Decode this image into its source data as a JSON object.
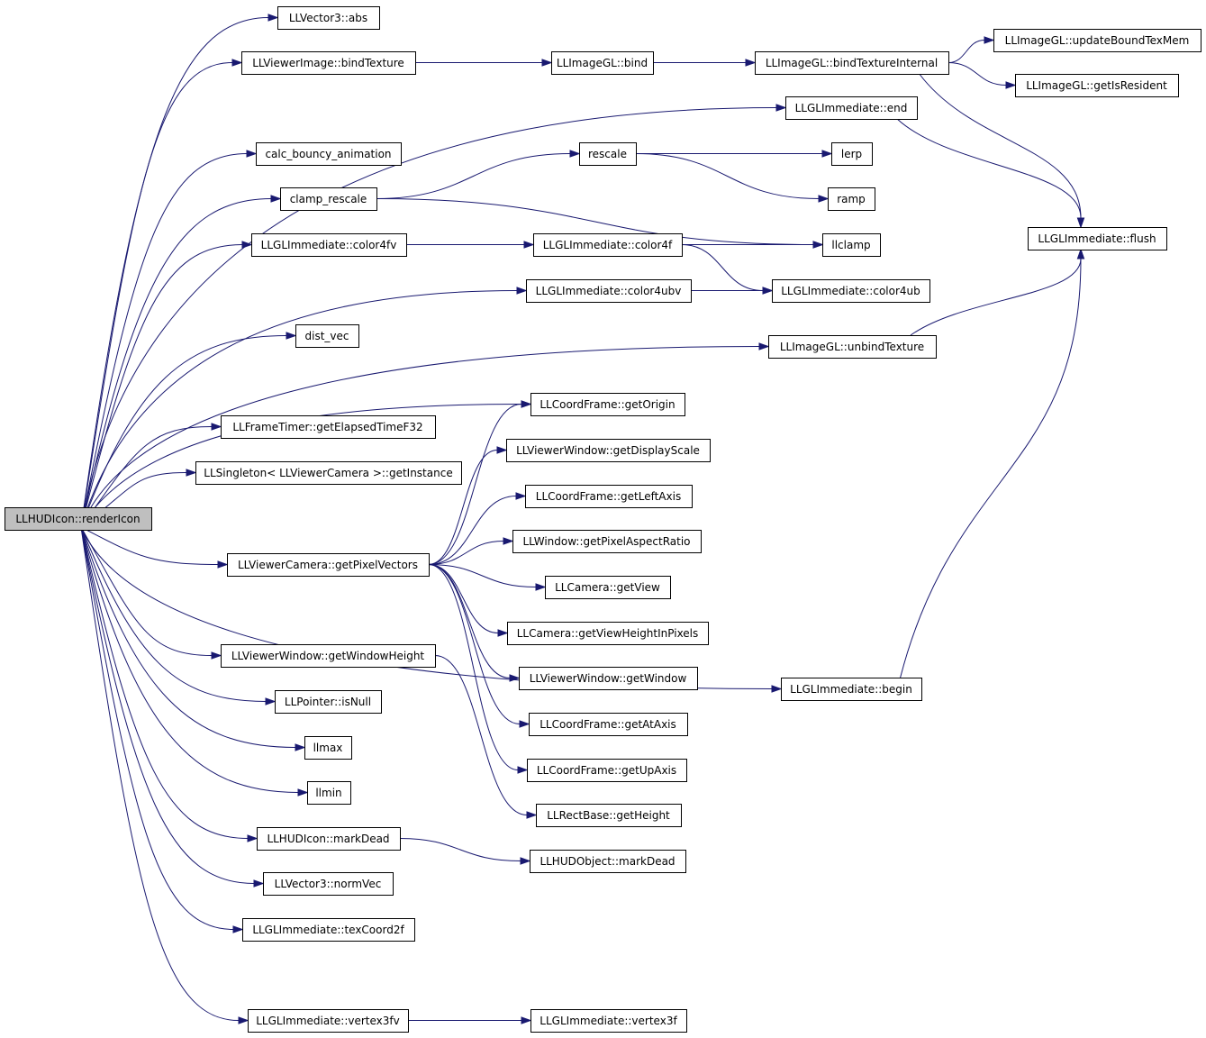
{
  "nodes": [
    {
      "id": "renderIcon",
      "label": "LLHUDIcon::renderIcon",
      "root": true
    },
    {
      "id": "abs",
      "label": "LLVector3::abs"
    },
    {
      "id": "bindTexture",
      "label": "LLViewerImage::bindTexture"
    },
    {
      "id": "bind",
      "label": "LLImageGL::bind"
    },
    {
      "id": "bindTexInt",
      "label": "LLImageGL::bindTextureInternal"
    },
    {
      "id": "updateBound",
      "label": "LLImageGL::updateBoundTexMem"
    },
    {
      "id": "isResident",
      "label": "LLImageGL::getIsResident"
    },
    {
      "id": "end",
      "label": "LLGLImmediate::end"
    },
    {
      "id": "bouncy",
      "label": "calc_bouncy_animation"
    },
    {
      "id": "rescale",
      "label": "rescale"
    },
    {
      "id": "lerp",
      "label": "lerp"
    },
    {
      "id": "clampRescale",
      "label": "clamp_rescale"
    },
    {
      "id": "ramp",
      "label": "ramp"
    },
    {
      "id": "flush",
      "label": "LLGLImmediate::flush"
    },
    {
      "id": "color4fv",
      "label": "LLGLImmediate::color4fv"
    },
    {
      "id": "color4f",
      "label": "LLGLImmediate::color4f"
    },
    {
      "id": "llclamp",
      "label": "llclamp"
    },
    {
      "id": "color4ubv",
      "label": "LLGLImmediate::color4ubv"
    },
    {
      "id": "color4ub",
      "label": "LLGLImmediate::color4ub"
    },
    {
      "id": "distVec",
      "label": "dist_vec"
    },
    {
      "id": "unbind",
      "label": "LLImageGL::unbindTexture"
    },
    {
      "id": "getOrigin",
      "label": "LLCoordFrame::getOrigin"
    },
    {
      "id": "elapsed",
      "label": "LLFrameTimer::getElapsedTimeF32"
    },
    {
      "id": "displayScale",
      "label": "LLViewerWindow::getDisplayScale"
    },
    {
      "id": "singleton",
      "label": "LLSingleton< LLViewerCamera >::getInstance"
    },
    {
      "id": "leftAxis",
      "label": "LLCoordFrame::getLeftAxis"
    },
    {
      "id": "pixelAspect",
      "label": "LLWindow::getPixelAspectRatio"
    },
    {
      "id": "pixelVectors",
      "label": "LLViewerCamera::getPixelVectors"
    },
    {
      "id": "getView",
      "label": "LLCamera::getView"
    },
    {
      "id": "viewHeight",
      "label": "LLCamera::getViewHeightInPixels"
    },
    {
      "id": "windowHeight",
      "label": "LLViewerWindow::getWindowHeight"
    },
    {
      "id": "getWindow",
      "label": "LLViewerWindow::getWindow"
    },
    {
      "id": "begin",
      "label": "LLGLImmediate::begin"
    },
    {
      "id": "isNull",
      "label": "LLPointer::isNull"
    },
    {
      "id": "atAxis",
      "label": "LLCoordFrame::getAtAxis"
    },
    {
      "id": "llmax",
      "label": "llmax"
    },
    {
      "id": "upAxis",
      "label": "LLCoordFrame::getUpAxis"
    },
    {
      "id": "llmin",
      "label": "llmin"
    },
    {
      "id": "rectHeight",
      "label": "LLRectBase::getHeight"
    },
    {
      "id": "markDead",
      "label": "LLHUDIcon::markDead"
    },
    {
      "id": "objMarkDead",
      "label": "LLHUDObject::markDead"
    },
    {
      "id": "normVec",
      "label": "LLVector3::normVec"
    },
    {
      "id": "texCoord",
      "label": "LLGLImmediate::texCoord2f"
    },
    {
      "id": "vertex3fv",
      "label": "LLGLImmediate::vertex3fv"
    },
    {
      "id": "vertex3f",
      "label": "LLGLImmediate::vertex3f"
    }
  ],
  "edges": [
    [
      "renderIcon",
      "abs"
    ],
    [
      "renderIcon",
      "bindTexture"
    ],
    [
      "renderIcon",
      "end"
    ],
    [
      "renderIcon",
      "bouncy"
    ],
    [
      "renderIcon",
      "clampRescale"
    ],
    [
      "renderIcon",
      "color4fv"
    ],
    [
      "renderIcon",
      "color4ubv"
    ],
    [
      "renderIcon",
      "distVec"
    ],
    [
      "renderIcon",
      "unbind"
    ],
    [
      "renderIcon",
      "elapsed"
    ],
    [
      "renderIcon",
      "singleton"
    ],
    [
      "renderIcon",
      "pixelVectors"
    ],
    [
      "renderIcon",
      "getOrigin"
    ],
    [
      "renderIcon",
      "windowHeight"
    ],
    [
      "renderIcon",
      "isNull"
    ],
    [
      "renderIcon",
      "llmax"
    ],
    [
      "renderIcon",
      "llmin"
    ],
    [
      "renderIcon",
      "markDead"
    ],
    [
      "renderIcon",
      "normVec"
    ],
    [
      "renderIcon",
      "texCoord"
    ],
    [
      "renderIcon",
      "begin"
    ],
    [
      "renderIcon",
      "vertex3fv"
    ],
    [
      "bindTexture",
      "bind"
    ],
    [
      "bind",
      "bindTexInt"
    ],
    [
      "bindTexInt",
      "updateBound"
    ],
    [
      "bindTexInt",
      "isResident"
    ],
    [
      "bindTexInt",
      "flush"
    ],
    [
      "end",
      "flush"
    ],
    [
      "clampRescale",
      "rescale"
    ],
    [
      "clampRescale",
      "llclamp"
    ],
    [
      "rescale",
      "lerp"
    ],
    [
      "rescale",
      "ramp"
    ],
    [
      "color4fv",
      "color4f"
    ],
    [
      "color4f",
      "llclamp"
    ],
    [
      "color4f",
      "color4ub"
    ],
    [
      "color4ubv",
      "color4ub"
    ],
    [
      "unbind",
      "flush"
    ],
    [
      "begin",
      "flush"
    ],
    [
      "pixelVectors",
      "getOrigin"
    ],
    [
      "pixelVectors",
      "displayScale"
    ],
    [
      "pixelVectors",
      "leftAxis"
    ],
    [
      "pixelVectors",
      "pixelAspect"
    ],
    [
      "pixelVectors",
      "getView"
    ],
    [
      "pixelVectors",
      "viewHeight"
    ],
    [
      "pixelVectors",
      "getWindow"
    ],
    [
      "pixelVectors",
      "atAxis"
    ],
    [
      "pixelVectors",
      "upAxis"
    ],
    [
      "windowHeight",
      "rectHeight"
    ],
    [
      "markDead",
      "objMarkDead"
    ],
    [
      "vertex3fv",
      "vertex3f"
    ]
  ]
}
